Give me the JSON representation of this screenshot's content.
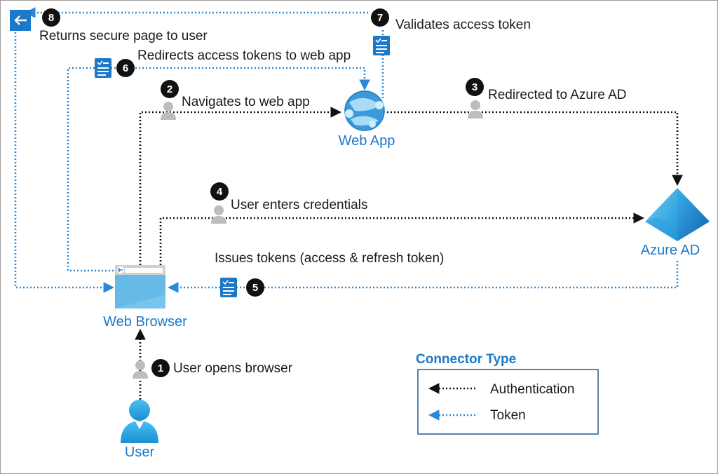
{
  "nodes": {
    "user": "User",
    "web_browser": "Web Browser",
    "web_app": "Web App",
    "azure_ad": "Azure AD"
  },
  "steps": [
    {
      "number": "1",
      "label": "User opens browser"
    },
    {
      "number": "2",
      "label": "Navigates to web app"
    },
    {
      "number": "3",
      "label": "Redirected to Azure AD"
    },
    {
      "number": "4",
      "label": "User enters credentials"
    },
    {
      "number": "5",
      "label": "Issues tokens (access & refresh token)"
    },
    {
      "number": "6",
      "label": "Redirects access tokens to web app"
    },
    {
      "number": "7",
      "label": "Validates access token"
    },
    {
      "number": "8",
      "label": "Returns secure page to user"
    }
  ],
  "legend": {
    "title": "Connector Type",
    "items": [
      {
        "label": "Authentication",
        "color": "#111111"
      },
      {
        "label": "Token",
        "color": "#2b88d8"
      }
    ]
  },
  "colors": {
    "accent": "#1c78c8",
    "token_line": "#2b88d8",
    "auth_line": "#111111",
    "step_badge": "#111111",
    "person_gray": "#bdbdbd"
  }
}
